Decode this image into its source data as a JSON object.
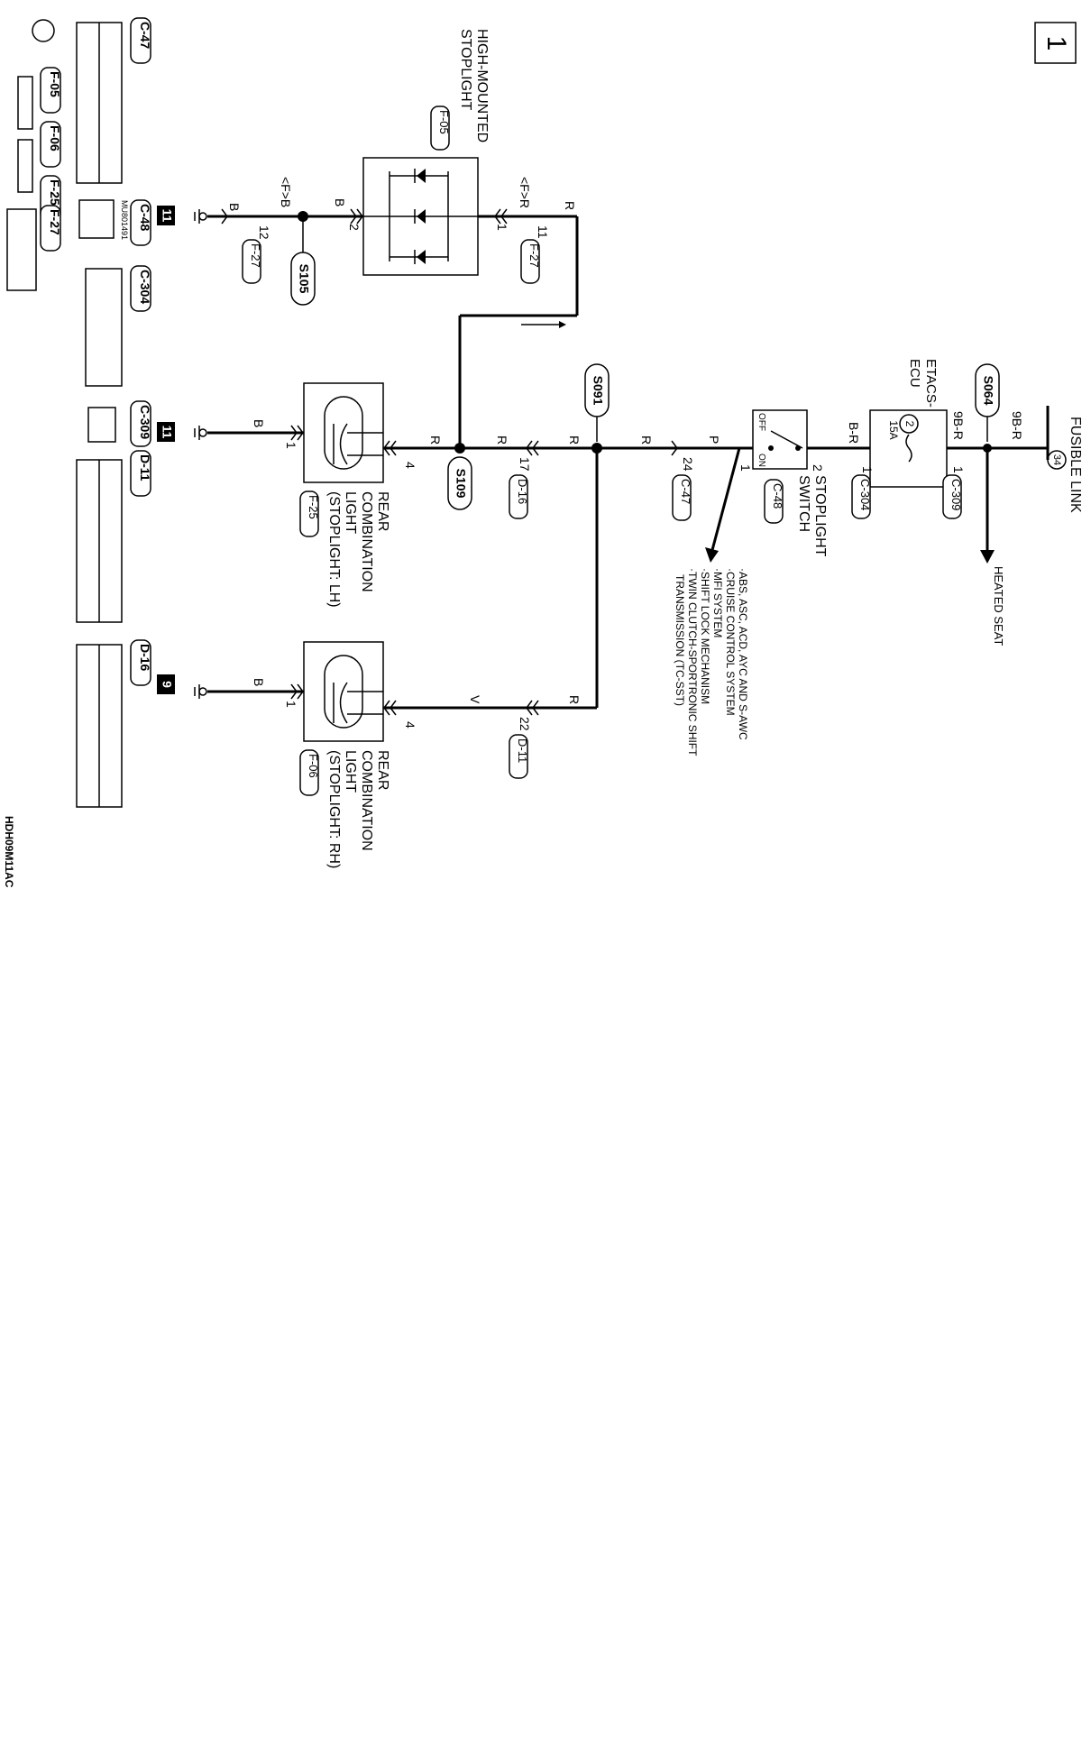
{
  "page_number": "1",
  "diagram_code": "HDH09M11AC",
  "fusible_link": {
    "label": "FUSIBLE LINK",
    "number": "34"
  },
  "heated_seat": "HEATED SEAT",
  "etacs": {
    "label": "ETACS-ECU",
    "fuse_no": "2",
    "fuse_amp": "15A",
    "pin_in": "1",
    "conn_in": "C-309",
    "pin_out": "1",
    "conn_out": "C-304"
  },
  "stoplight_switch": {
    "label": "STOPLIGHT SWITCH",
    "connector": "C-48",
    "off": "OFF",
    "on": "ON",
    "pin_in": "2",
    "pin_out": "1"
  },
  "systems": [
    "·ABS, ASC, ACD, AYC AND S-AWC",
    "·CRUISE CONTROL SYSTEM",
    "·MFI SYSTEM",
    "·SHIFT LOCK MECHANISM",
    "·TWIN CLUTCH-SPORTRONIC SHIFT",
    "TRANSMISSION (TC-SST)"
  ],
  "splices": [
    "S064",
    "S091",
    "S109",
    "S105"
  ],
  "wires": {
    "w9br_a": "9B-R",
    "w9br_b": "9B-R",
    "wbr": "B-R",
    "wp": "P",
    "wr1": "R",
    "wr2": "R",
    "wr3": "R",
    "wr4": "R",
    "wr5": "R",
    "wv": "V",
    "wb1": "B",
    "wb2": "B",
    "wb3": "B",
    "wb4": "B",
    "fr": "<F>R",
    "fb": "<F>B"
  },
  "pins": {
    "p24": "24",
    "c47": "C-47",
    "p17": "17",
    "d16": "D-16",
    "p22": "22",
    "d11": "D-11",
    "p11": "11",
    "f27a": "F-27",
    "p12": "12",
    "f27b": "F-27",
    "hm1": "1",
    "hm2": "2",
    "lh4": "4",
    "lh1": "1",
    "rh4": "4",
    "rh1": "1"
  },
  "high_mount": {
    "label_1": "HIGH-MOUNTED",
    "label_2": "STOPLIGHT",
    "connector": "F-05"
  },
  "rear_lh": {
    "line1": "REAR",
    "line2": "COMBINATION",
    "line3": "LIGHT",
    "line4": "(STOPLIGHT: LH)",
    "connector": "F-25"
  },
  "rear_rh": {
    "line1": "REAR",
    "line2": "COMBINATION",
    "line3": "LIGHT",
    "line4": "(STOPLIGHT: RH)",
    "connector": "F-06"
  },
  "grounds": {
    "g11a": "11",
    "g11b": "11",
    "g9": "9"
  },
  "legend": {
    "c47": "C-47",
    "c48": "C-48",
    "c48_part": "MU801491",
    "c304": "C-304",
    "c309": "C-309",
    "d11": "D-11",
    "d16": "D-16",
    "f05": "F-05",
    "f06": "F-06",
    "f25": "F-25",
    "f27": "F-27"
  }
}
